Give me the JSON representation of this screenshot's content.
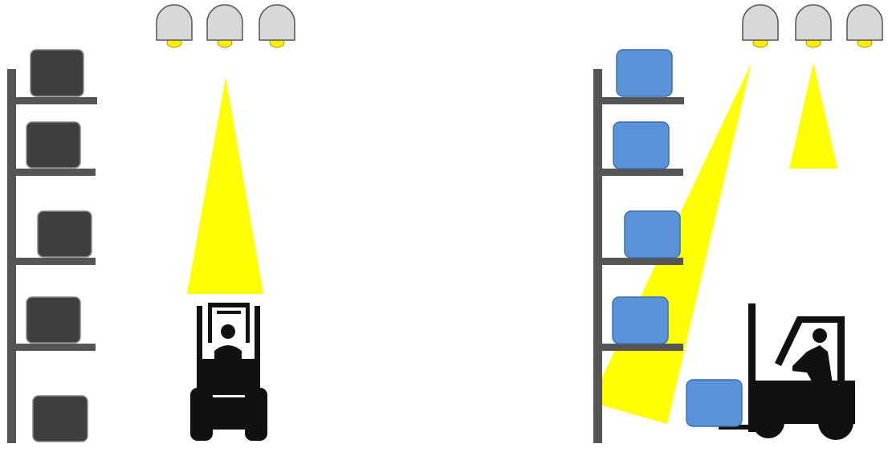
{
  "colors": {
    "background": "#ffffff",
    "shelf": "#555555",
    "box_unlit": "#3f3f3f",
    "box_lit": "#5b93d9",
    "beam": "#ffff00",
    "lamp_body": "#d8d8d8",
    "lamp_bulb": "#ffee00",
    "forklift": "#111111"
  },
  "left_panel": {
    "lamps": [
      {
        "name": "ceiling-lamp-1",
        "on": false,
        "icon": "ceiling-lamp-icon"
      },
      {
        "name": "ceiling-lamp-2",
        "on": true,
        "icon": "ceiling-lamp-icon"
      },
      {
        "name": "ceiling-lamp-3",
        "on": false,
        "icon": "ceiling-lamp-icon"
      }
    ],
    "boxes": [
      "unlit",
      "unlit",
      "unlit",
      "unlit",
      "unlit"
    ],
    "forklift": {
      "icon": "forklift-front-icon"
    }
  },
  "right_panel": {
    "lamps": [
      {
        "name": "ceiling-lamp-1",
        "on": true,
        "icon": "ceiling-lamp-icon"
      },
      {
        "name": "ceiling-lamp-2",
        "on": true,
        "icon": "ceiling-lamp-icon"
      },
      {
        "name": "ceiling-lamp-3",
        "on": false,
        "icon": "ceiling-lamp-icon"
      }
    ],
    "boxes": [
      "lit",
      "lit",
      "lit",
      "lit"
    ],
    "carried_box": "lit",
    "forklift": {
      "icon": "forklift-side-icon"
    }
  }
}
